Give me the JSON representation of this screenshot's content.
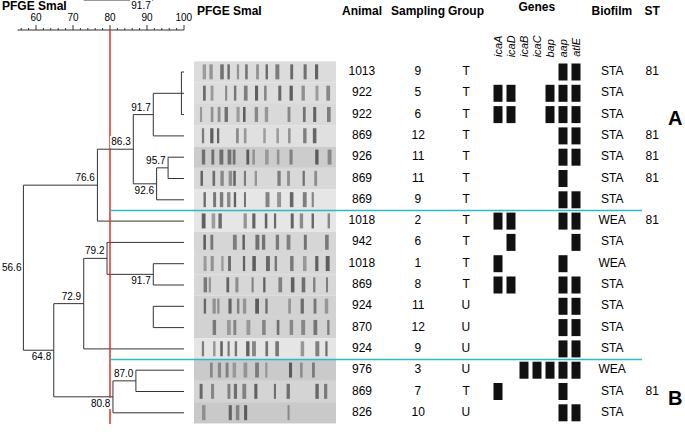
{
  "diagram": {
    "labels": [
      "PFGE SmaI",
      "60",
      "70",
      "80",
      "90",
      "100",
      "PFGE SmaI",
      "Animal",
      "Sampling",
      "Group",
      "Genes",
      "icaA",
      "icaD",
      "icaB",
      "icaC",
      "bap",
      "aap",
      "atlE",
      "Biofilm",
      "ST",
      "1013",
      "9",
      "T",
      "STA",
      "81",
      "922",
      "5",
      "T",
      "STA",
      "922",
      "6",
      "T",
      "STA",
      "869",
      "12",
      "T",
      "STA",
      "81",
      "926",
      "11",
      "T",
      "STA",
      "81",
      "869",
      "11",
      "T",
      "STA",
      "81",
      "869",
      "9",
      "T",
      "STA",
      "1018",
      "2",
      "T",
      "WEA",
      "81",
      "942",
      "6",
      "T",
      "STA",
      "1018",
      "1",
      "T",
      "WEA",
      "869",
      "8",
      "T",
      "STA",
      "924",
      "11",
      "U",
      "STA",
      "870",
      "12",
      "U",
      "STA",
      "924",
      "9",
      "U",
      "STA",
      "976",
      "3",
      "U",
      "WEA",
      "869",
      "7",
      "T",
      "STA",
      "81",
      "826",
      "10",
      "U",
      "STA",
      "56.6",
      "76.6",
      "86.3",
      "91.7",
      "92.6",
      "95.7",
      "64.8",
      "72.9",
      "79.2",
      "91.7",
      "91.7",
      "80.8",
      "87.0",
      "A",
      "B"
    ]
  }
}
